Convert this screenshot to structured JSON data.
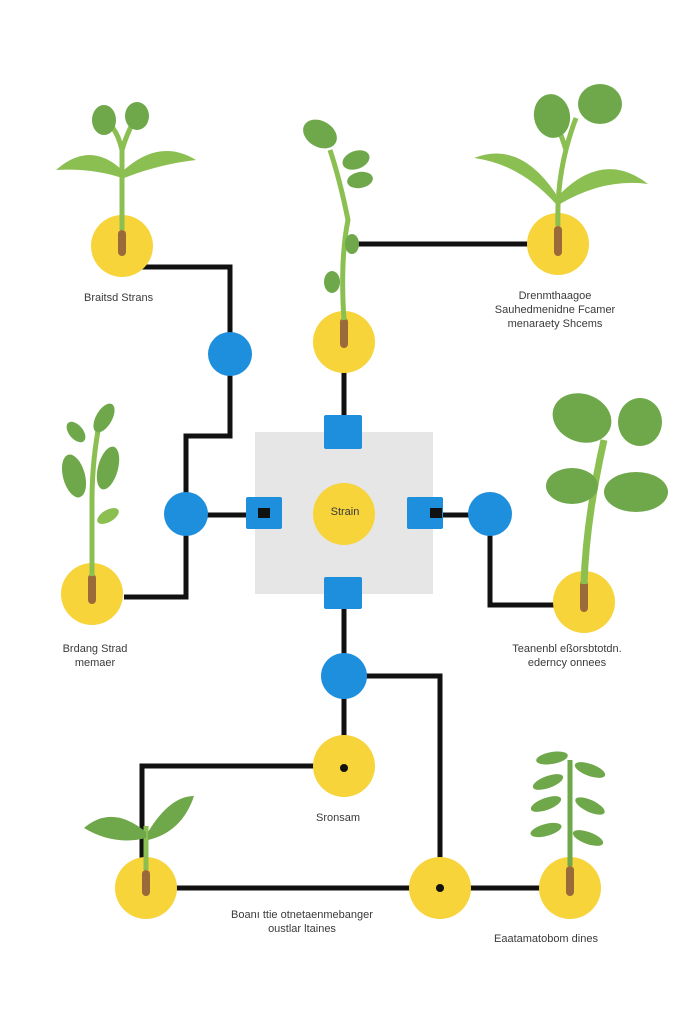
{
  "colors": {
    "line": "#111111",
    "pot": "#f6d43a",
    "connector": "#1e8fdc",
    "leaf": "#7fb35a",
    "leaf_dark": "#5e9a43",
    "stem": "#8bbf52",
    "root": "#9a6a3a",
    "center_panel": "#e6e6e6"
  },
  "center": {
    "label": "Strain"
  },
  "labels": {
    "top_left": [
      "Braitsd Strans"
    ],
    "top_right": [
      "Drenmthaagoe",
      "Sauhedmenidne Fcamer",
      "menaraety Shcems"
    ],
    "mid_left": [
      "Brdang Strad",
      "memaer"
    ],
    "mid_right": [
      "Teanenbl eßorsbtotdn.",
      "ederncy onnees"
    ],
    "bottom_center": [
      "Sronsam"
    ],
    "bottom_left": [
      "Boanı ttie otnetaenmebanger",
      "oustlar ltaines"
    ],
    "bottom_right": [
      "Eaatamatobom dines"
    ]
  }
}
